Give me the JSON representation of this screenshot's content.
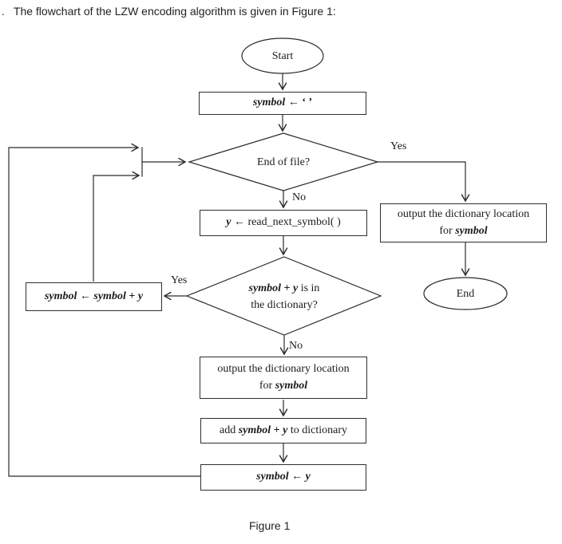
{
  "page": {
    "list_marker": ".",
    "heading": "The flowchart of the LZW encoding algorithm is given in Figure 1:",
    "caption": "Figure 1"
  },
  "flowchart": {
    "terminals": {
      "start": "Start",
      "end": "End"
    },
    "branch_labels": {
      "eof_yes": "Yes",
      "eof_no": "No",
      "dict_yes": "Yes",
      "dict_no": "No"
    },
    "decisions": {
      "eof": {
        "question": "End of file?"
      },
      "dict": {
        "var1": "symbol",
        "plus": " + ",
        "var2": "y",
        "rest": " is in",
        "line2": "the dictionary?"
      }
    },
    "processes": {
      "init": {
        "var": "symbol",
        "rest": " ← ‘ ’"
      },
      "read": {
        "var": "y",
        "rest": " ← read_next_symbol( )"
      },
      "output_yes": {
        "line1": "output the dictionary location",
        "for_word": "for ",
        "var": "symbol"
      },
      "concat": {
        "var1": "symbol",
        "arrow": " ← ",
        "var2": "symbol",
        "plus": " + ",
        "var3": "y"
      },
      "output_no": {
        "line1": "output the dictionary location",
        "for_word": "for ",
        "var": "symbol"
      },
      "add": {
        "pre": "add ",
        "var1": "symbol",
        "plus": " + ",
        "var2": "y",
        "post": " to dictionary"
      },
      "assign": {
        "var1": "symbol",
        "arrow": " ← ",
        "var2": "y"
      }
    }
  }
}
